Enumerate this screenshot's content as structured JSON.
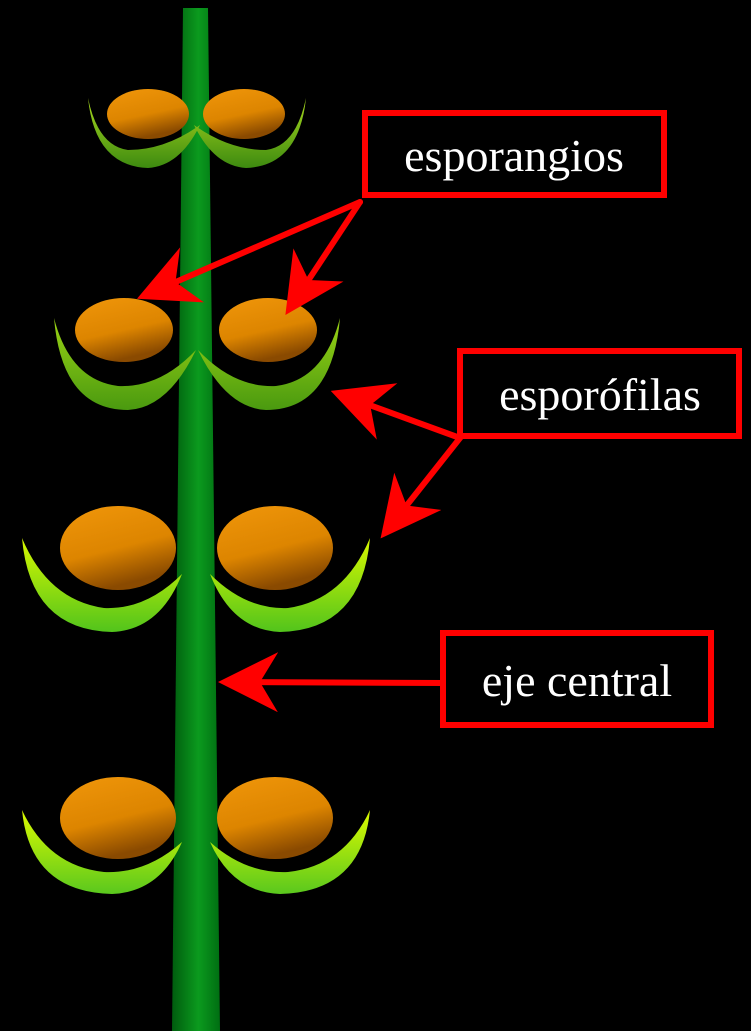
{
  "labels": {
    "sporangia": "esporangios",
    "sporophylls": "esporófilas",
    "central_axis": "eje central"
  },
  "colors": {
    "background": "#000000",
    "annotation_red": "#ff0000",
    "label_text": "#ffffff",
    "stem_dark": "#005c0e",
    "stem_light": "#0b9a1e",
    "sporangium_light": "#f0960a",
    "sporangium_dark": "#8a4a00",
    "sporophyll_top_bright": "#c6f000",
    "sporophyll_top_dark": "#3d8a10"
  },
  "icons": [
    "strobilus-illustration",
    "arrow-icon"
  ]
}
